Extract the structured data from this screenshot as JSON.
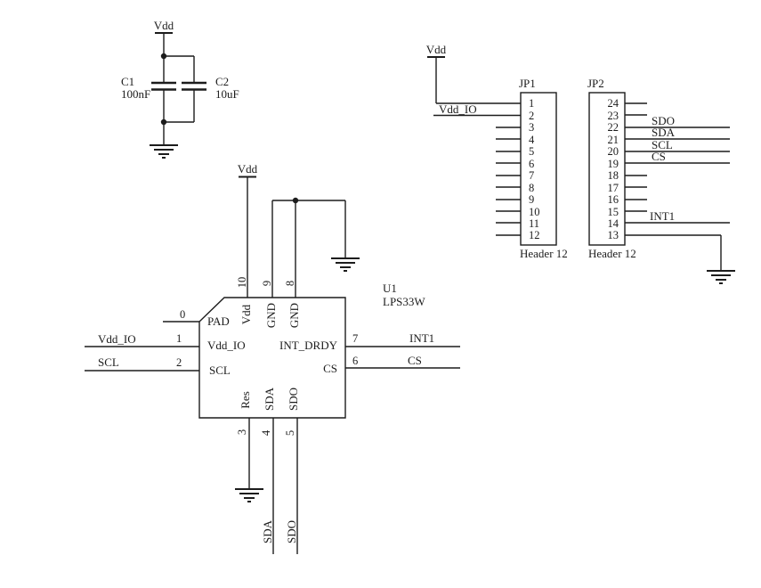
{
  "nets": {
    "vdd": "Vdd",
    "vdd_io": "Vdd_IO",
    "scl": "SCL",
    "sda": "SDA",
    "sdo": "SDO",
    "cs": "CS",
    "int1": "INT1"
  },
  "capacitors": {
    "c1": {
      "ref": "C1",
      "value": "100nF"
    },
    "c2": {
      "ref": "C2",
      "value": "10uF"
    }
  },
  "ic": {
    "ref": "U1",
    "part": "LPS33W",
    "pins": {
      "pad": {
        "num": "0",
        "label": "PAD"
      },
      "vdd_io": {
        "num": "1",
        "label": "Vdd_IO"
      },
      "scl": {
        "num": "2",
        "label": "SCL"
      },
      "res": {
        "num": "3",
        "label": "Res"
      },
      "sda": {
        "num": "4",
        "label": "SDA"
      },
      "sdo": {
        "num": "5",
        "label": "SDO"
      },
      "cs": {
        "num": "6",
        "label": "CS"
      },
      "int_drdy": {
        "num": "7",
        "label": "INT_DRDY"
      },
      "gnd8": {
        "num": "8",
        "label": "GND"
      },
      "gnd9": {
        "num": "9",
        "label": "GND"
      },
      "vdd": {
        "num": "10",
        "label": "Vdd"
      }
    }
  },
  "jp1": {
    "ref": "JP1",
    "part": "Header 12",
    "pins": [
      "1",
      "2",
      "3",
      "4",
      "5",
      "6",
      "7",
      "8",
      "9",
      "10",
      "11",
      "12"
    ]
  },
  "jp2": {
    "ref": "JP2",
    "part": "Header 12",
    "pins": [
      "24",
      "23",
      "22",
      "21",
      "20",
      "19",
      "18",
      "17",
      "16",
      "15",
      "14",
      "13"
    ]
  }
}
